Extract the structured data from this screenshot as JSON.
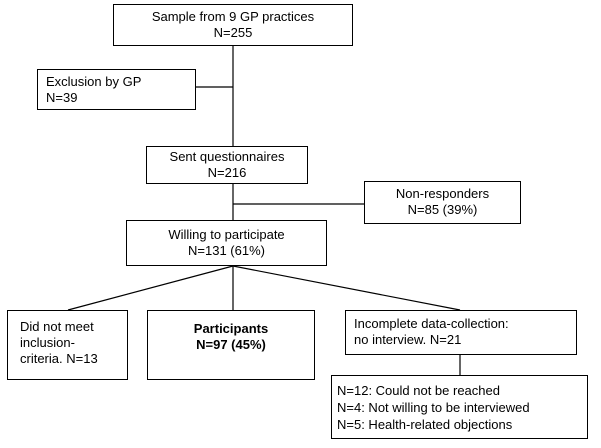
{
  "flowchart": {
    "sample": {
      "line1": "Sample from 9 GP practices",
      "line2": "N=255"
    },
    "exclusion": {
      "line1": "Exclusion by GP",
      "line2": "N=39"
    },
    "sent": {
      "line1": "Sent questionnaires",
      "line2": "N=216"
    },
    "nonresponders": {
      "line1": "Non-responders",
      "line2": "N=85 (39%)"
    },
    "willing": {
      "line1": "Willing to participate",
      "line2": "N=131 (61%)"
    },
    "not_meet": {
      "line1": "Did not meet",
      "line2": "inclusion-",
      "line3": "criteria. N=13"
    },
    "participants": {
      "line1": "Participants",
      "line2": "N=97 (45%)"
    },
    "incomplete": {
      "line1": "Incomplete data-collection:",
      "line2": "no interview. N=21"
    },
    "reasons": {
      "line1": "N=12: Could not be reached",
      "line2": "N=4: Not willing to be interviewed",
      "line3": "N=5: Health-related objections"
    }
  }
}
